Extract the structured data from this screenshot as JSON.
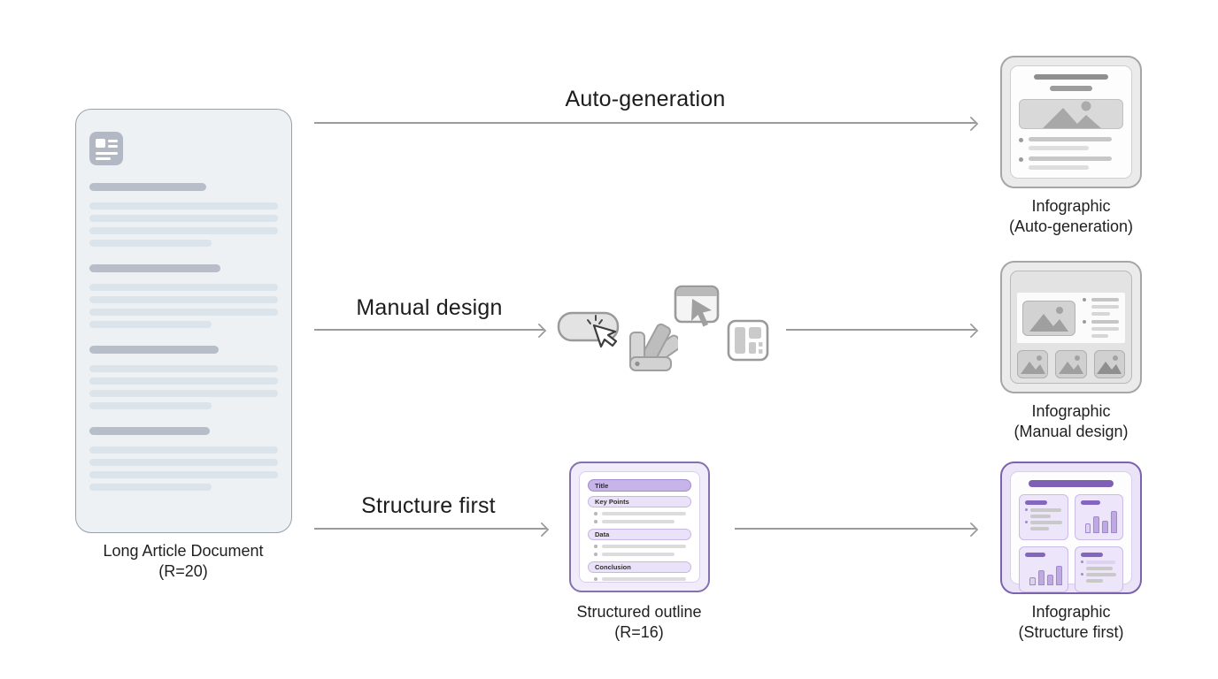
{
  "figure": {
    "routes": [
      {
        "id": "auto",
        "label": "Auto-generation"
      },
      {
        "id": "manual",
        "label": "Manual design"
      },
      {
        "id": "structure",
        "label": "Structure first"
      }
    ],
    "source": {
      "caption_line1": "Long Article Document",
      "caption_line2": "(R=20)"
    },
    "outline": {
      "caption_line1": "Structured outline",
      "caption_line2": "(R=16)",
      "sections": [
        "Title",
        "Key Points",
        "Data",
        "Conclusion"
      ]
    },
    "outputs": {
      "auto": {
        "caption_line1": "Infographic",
        "caption_line2": "(Auto-generation)"
      },
      "manual": {
        "caption_line1": "Infographic",
        "caption_line2": "(Manual design)"
      },
      "structure": {
        "caption_line1": "Infographic",
        "caption_line2": "(Structure first)"
      }
    },
    "manual_tool_icons": [
      "button-click",
      "color-swatches",
      "window-cursor",
      "layout-grid"
    ],
    "colors": {
      "accent_purple": "#7e5fb5",
      "panel_purple": "#ece4f8",
      "arrow_gray": "#9b9b9b",
      "document_fill": "#edf1f4",
      "skeleton_dark": "#b7bec9",
      "skeleton_light": "#dbe3eb"
    }
  }
}
